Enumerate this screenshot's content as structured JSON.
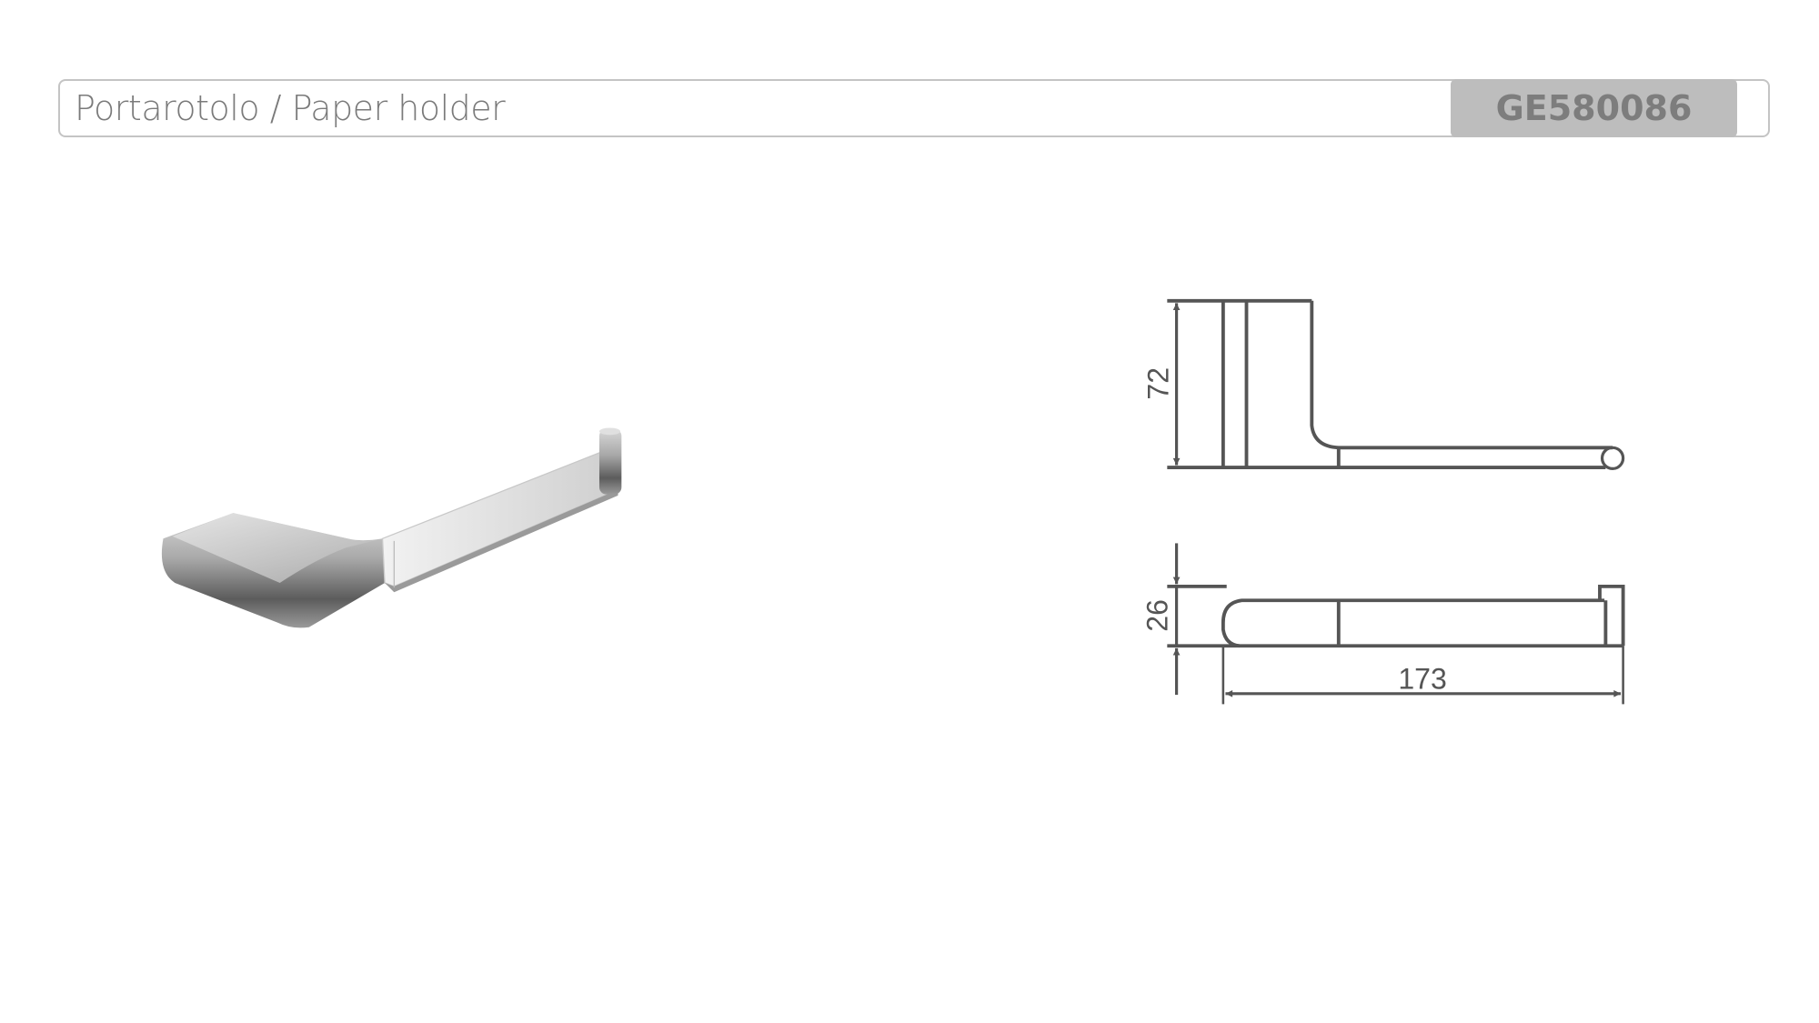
{
  "header": {
    "title": "Portarotolo / Paper holder",
    "product_code": "GE580086"
  },
  "drawing": {
    "height_label": "72",
    "depth_label": "26",
    "length_label": "173"
  },
  "colors": {
    "line": "#555555",
    "code_bg": "#bdbdbd",
    "border": "#c4c4c4"
  }
}
